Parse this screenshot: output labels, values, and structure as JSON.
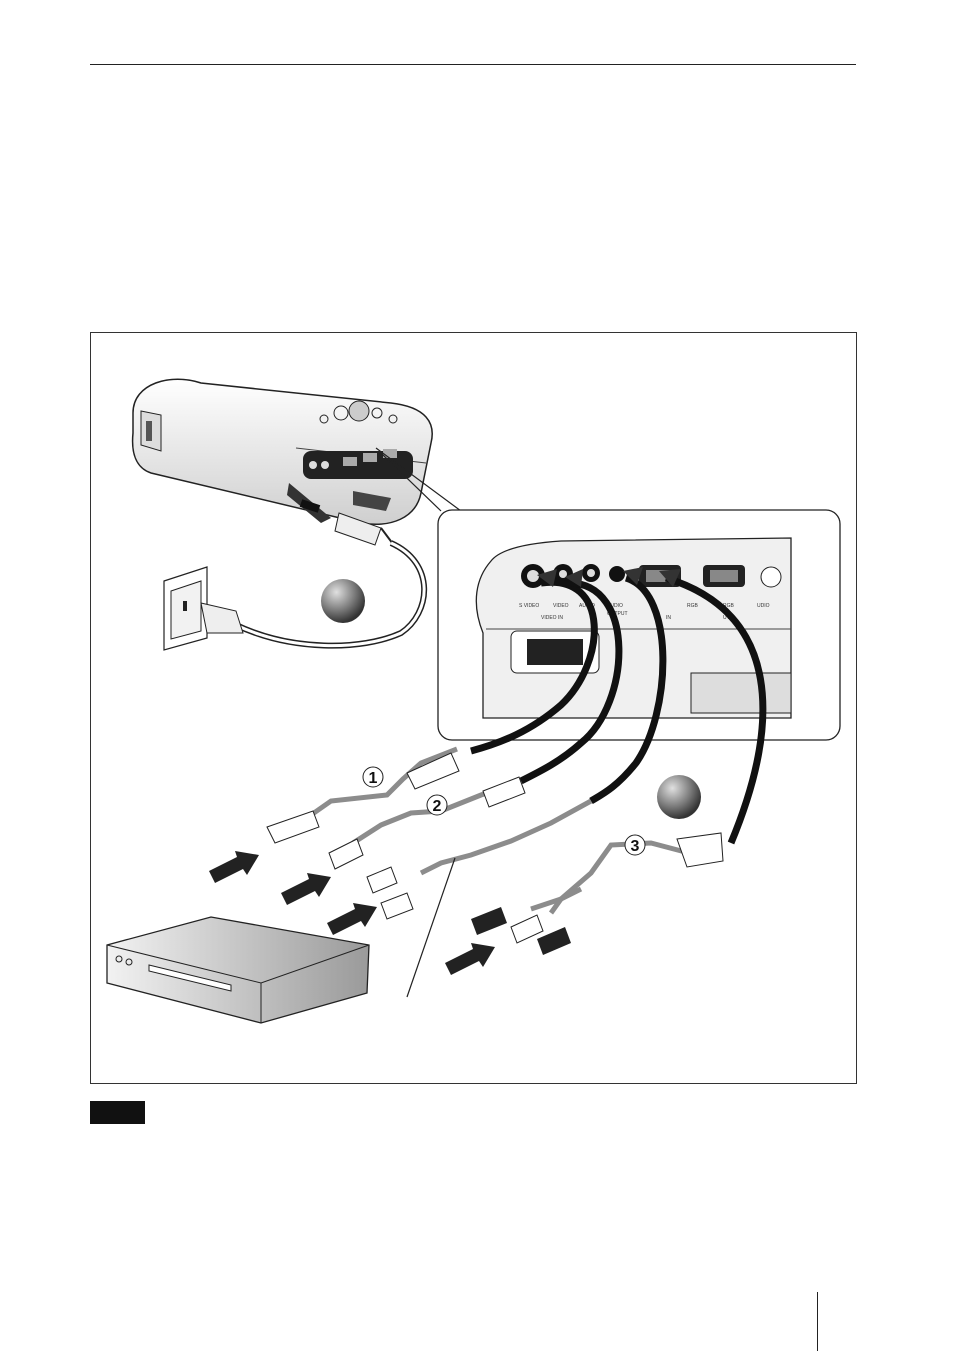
{
  "figure": {
    "callouts": [
      "1",
      "2",
      "3"
    ],
    "port_labels": [
      "S VIDEO",
      "VIDEO",
      "AUDIO",
      "AUDIO",
      "RGB",
      "RGB",
      "UDIO",
      "VIDEO IN",
      "OUTPUT",
      "IN",
      "UT B"
    ],
    "icons": [
      "projector-icon",
      "wall-outlet-icon",
      "power-plug-icon",
      "dvd-player-icon",
      "arrow-icon",
      "sphere-marker-icon"
    ],
    "cable_colors": {
      "black_cable": "#111111",
      "gray_cable": "#8c8c8c"
    }
  },
  "note": {
    "badge_color": "#111111"
  }
}
